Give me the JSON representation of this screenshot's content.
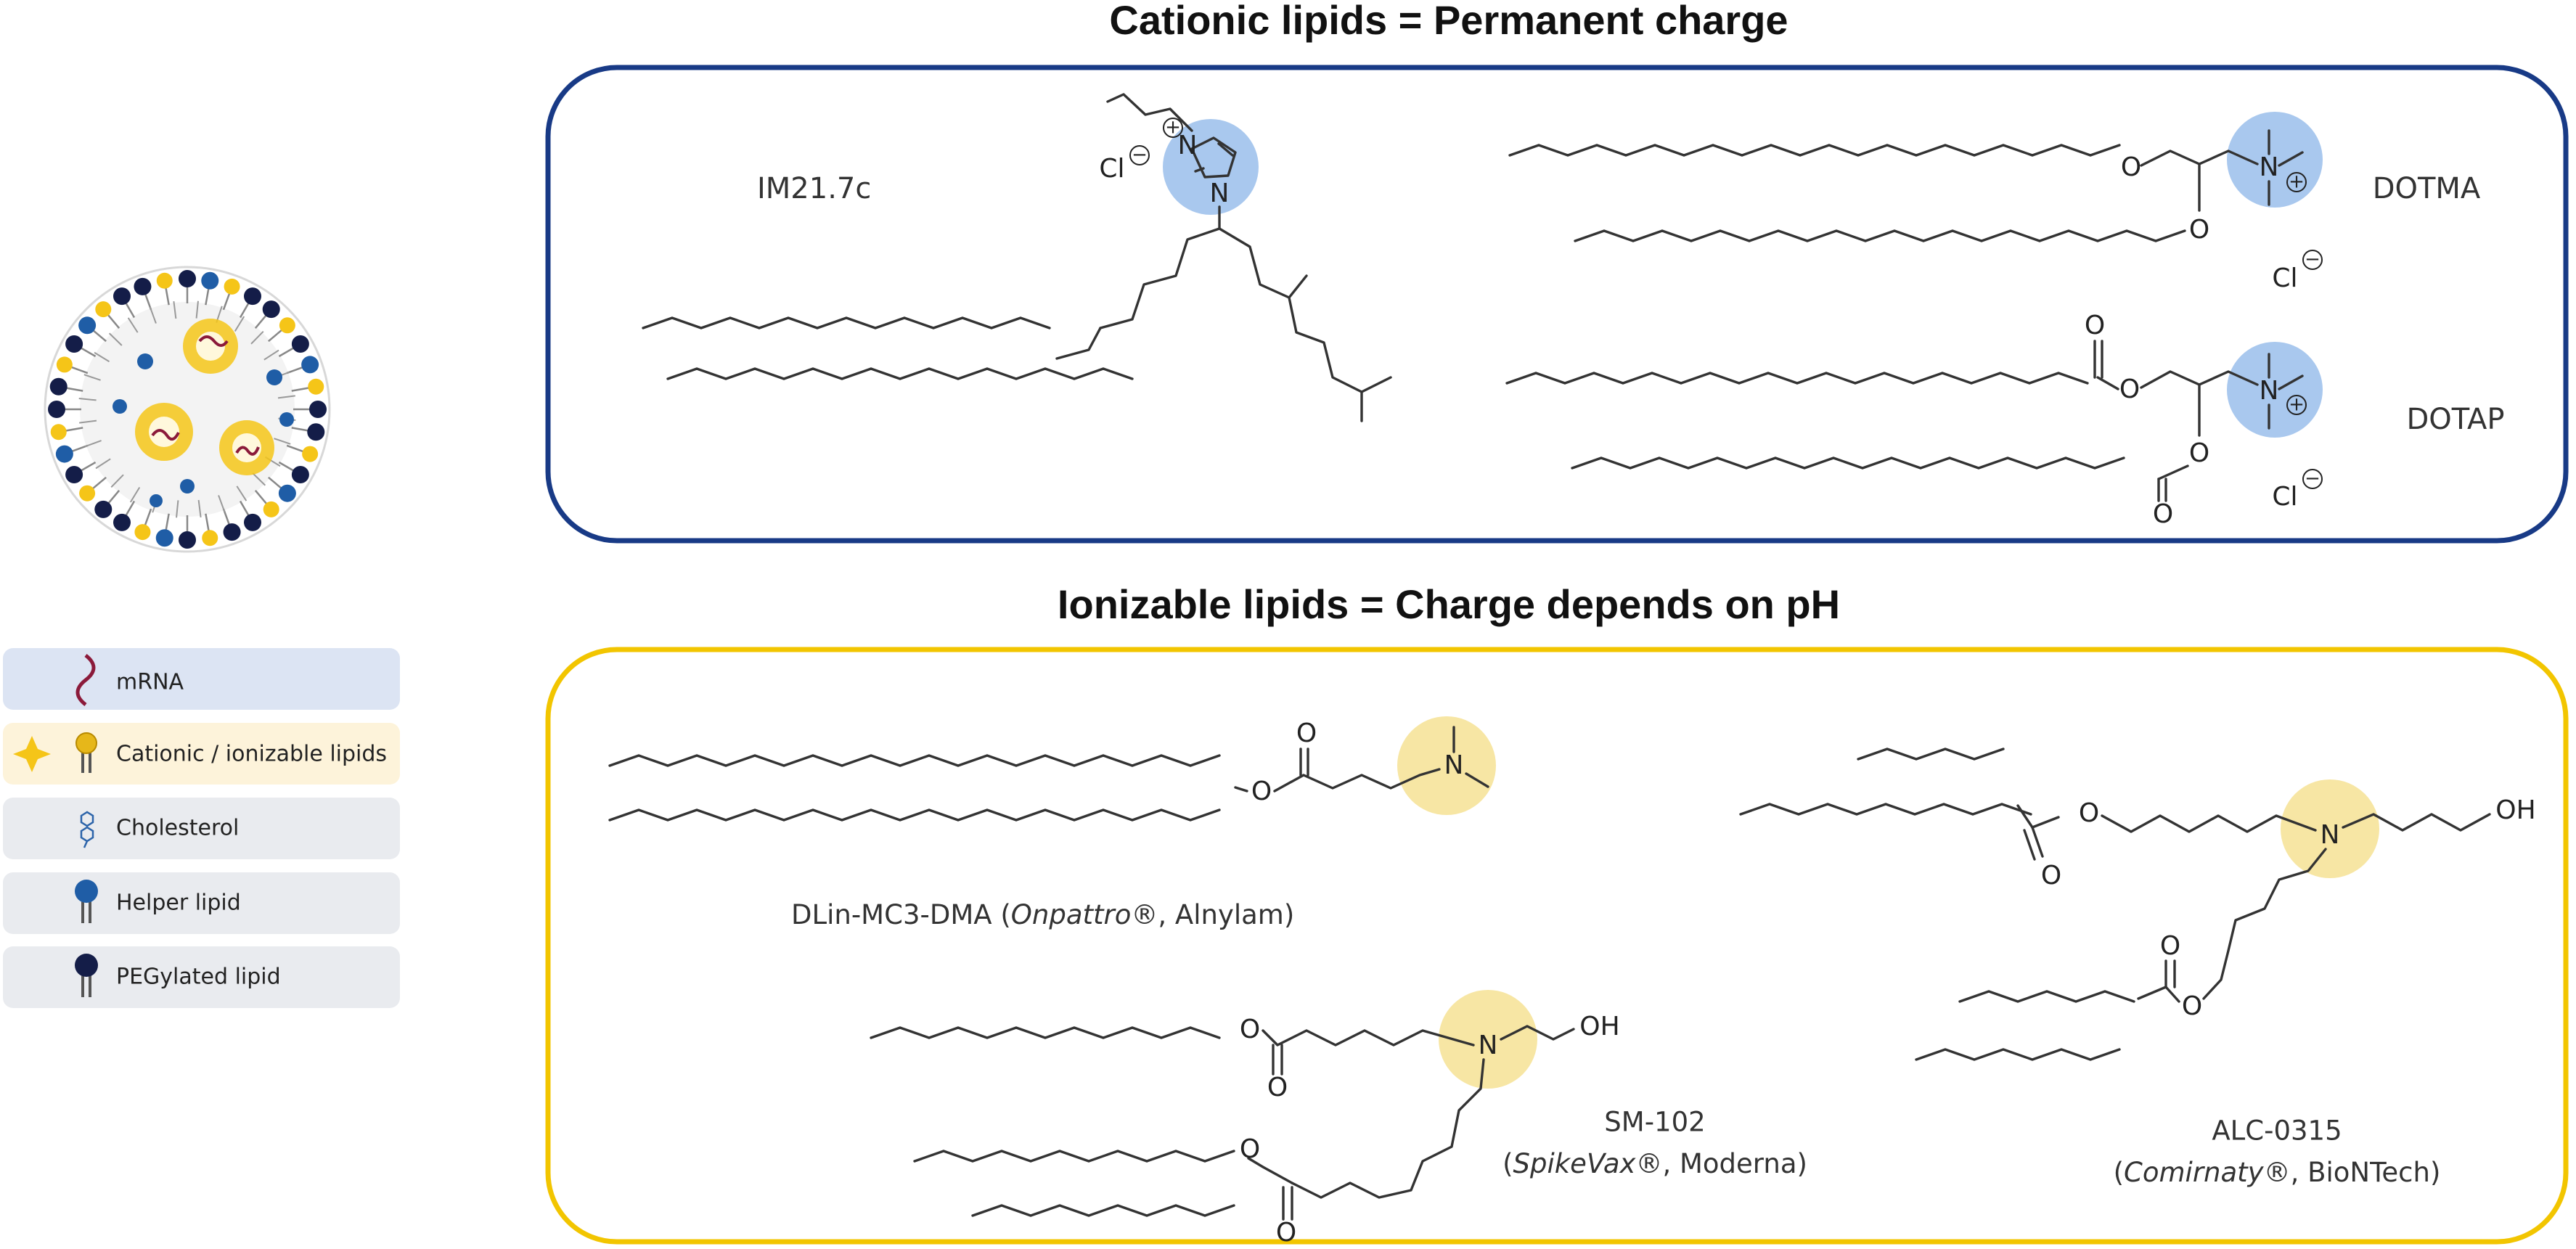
{
  "titles": {
    "cationic": "Cationic lipids = Permanent charge",
    "ionizable": "Ionizable lipids = Charge depends on pH"
  },
  "colors": {
    "cationic_border": "#183a86",
    "ionizable_border": "#f2c500",
    "cationic_highlight": "#a9c8ee",
    "ionizable_highlight": "#f7e6a4",
    "legend_mrna_bg": "#dce4f3",
    "legend_lipid_bg": "#fdf3da",
    "legend_other_bg": "#e9ebef"
  },
  "legend": [
    {
      "label": "mRNA",
      "icon": "mrna-icon"
    },
    {
      "label": "Cationic / ionizable lipids",
      "icon": "cationic-lipid-icon"
    },
    {
      "label": "Cholesterol",
      "icon": "cholesterol-icon"
    },
    {
      "label": "Helper lipid",
      "icon": "helper-lipid-icon"
    },
    {
      "label": "PEGylated lipid",
      "icon": "pegylated-lipid-icon"
    }
  ],
  "cationic_lipids": {
    "im217c": {
      "name": "IM21.7c",
      "counterion": "Cl",
      "charge": "+",
      "anion_charge": "−",
      "atom": "N"
    },
    "dotma": {
      "name": "DOTMA",
      "counterion": "Cl",
      "charge": "+",
      "anion_charge": "−",
      "atom": "N",
      "oxygens": [
        "O",
        "O"
      ]
    },
    "dotap": {
      "name": "DOTAP",
      "counterion": "Cl",
      "charge": "+",
      "anion_charge": "−",
      "atom": "N",
      "oxygens": [
        "O",
        "O",
        "O",
        "O"
      ]
    }
  },
  "ionizable_lipids": {
    "mc3": {
      "name": "DLin-MC3-DMA (",
      "brand": "Onpattro®",
      "company": ", Alnylam)",
      "atom": "N",
      "oxygens": [
        "O",
        "O"
      ]
    },
    "sm102": {
      "name": "SM-102",
      "brand_prefix": "(",
      "brand": "SpikeVax®",
      "company": ", Moderna)",
      "atom": "N",
      "oh": "OH",
      "oxygens": [
        "O",
        "O",
        "O",
        "O"
      ]
    },
    "alc0315": {
      "name": "ALC-0315",
      "brand_prefix": "(",
      "brand": "Comirnaty®",
      "company": ", BioNTech)",
      "atom": "N",
      "oh": "OH",
      "oxygens": [
        "O",
        "O",
        "O",
        "O"
      ]
    }
  }
}
